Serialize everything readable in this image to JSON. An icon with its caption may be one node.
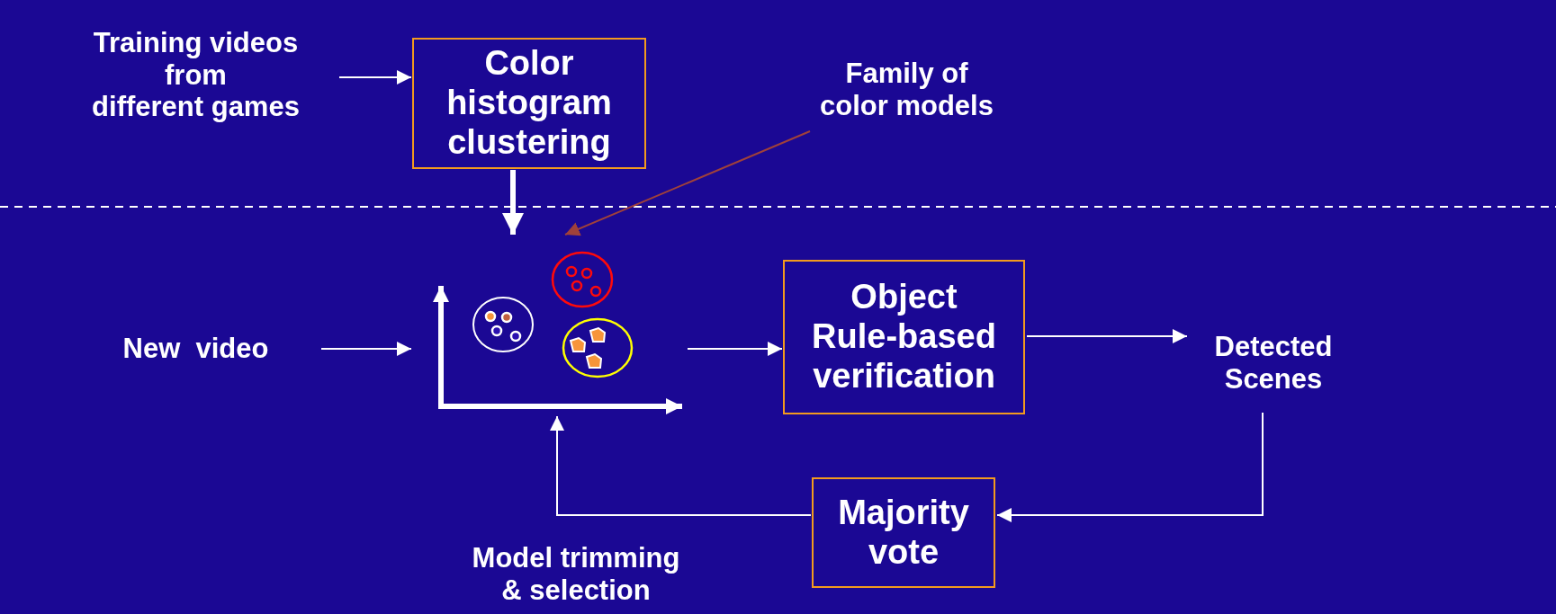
{
  "diagram": {
    "nodes": [
      {
        "text": [
          "Training videos from different games"
        ]
      },
      {
        "text": [
          "Color histogram clustering"
        ]
      },
      {
        "text": [
          "Family of color models"
        ]
      },
      {
        "text": [
          "New  video"
        ]
      },
      {
        "text": [],
        "shape": "picture"
      },
      {
        "text": [
          "Object Rule-based verification"
        ]
      },
      {
        "text": [
          "Detected Scenes"
        ]
      },
      {
        "text": [
          "Majority vote"
        ]
      }
    ],
    "edges": [
      {
        "from": 0,
        "to": 1,
        "arrow": "to"
      },
      {
        "from": 1,
        "to": 4,
        "arrow": "to",
        "style": "thick"
      },
      {
        "from": 2,
        "to": 4,
        "arrow": "to",
        "color": "#a0413a"
      },
      {
        "from": 3,
        "to": 4,
        "arrow": "to"
      },
      {
        "from": 4,
        "to": 5,
        "arrow": "to"
      },
      {
        "from": 5,
        "to": 6,
        "arrow": "to"
      },
      {
        "from": 6,
        "to": 7,
        "arrow": "to"
      },
      {
        "from": 7,
        "to": 4,
        "arrow": "to",
        "label": "Model trimming & selection"
      }
    ]
  }
}
